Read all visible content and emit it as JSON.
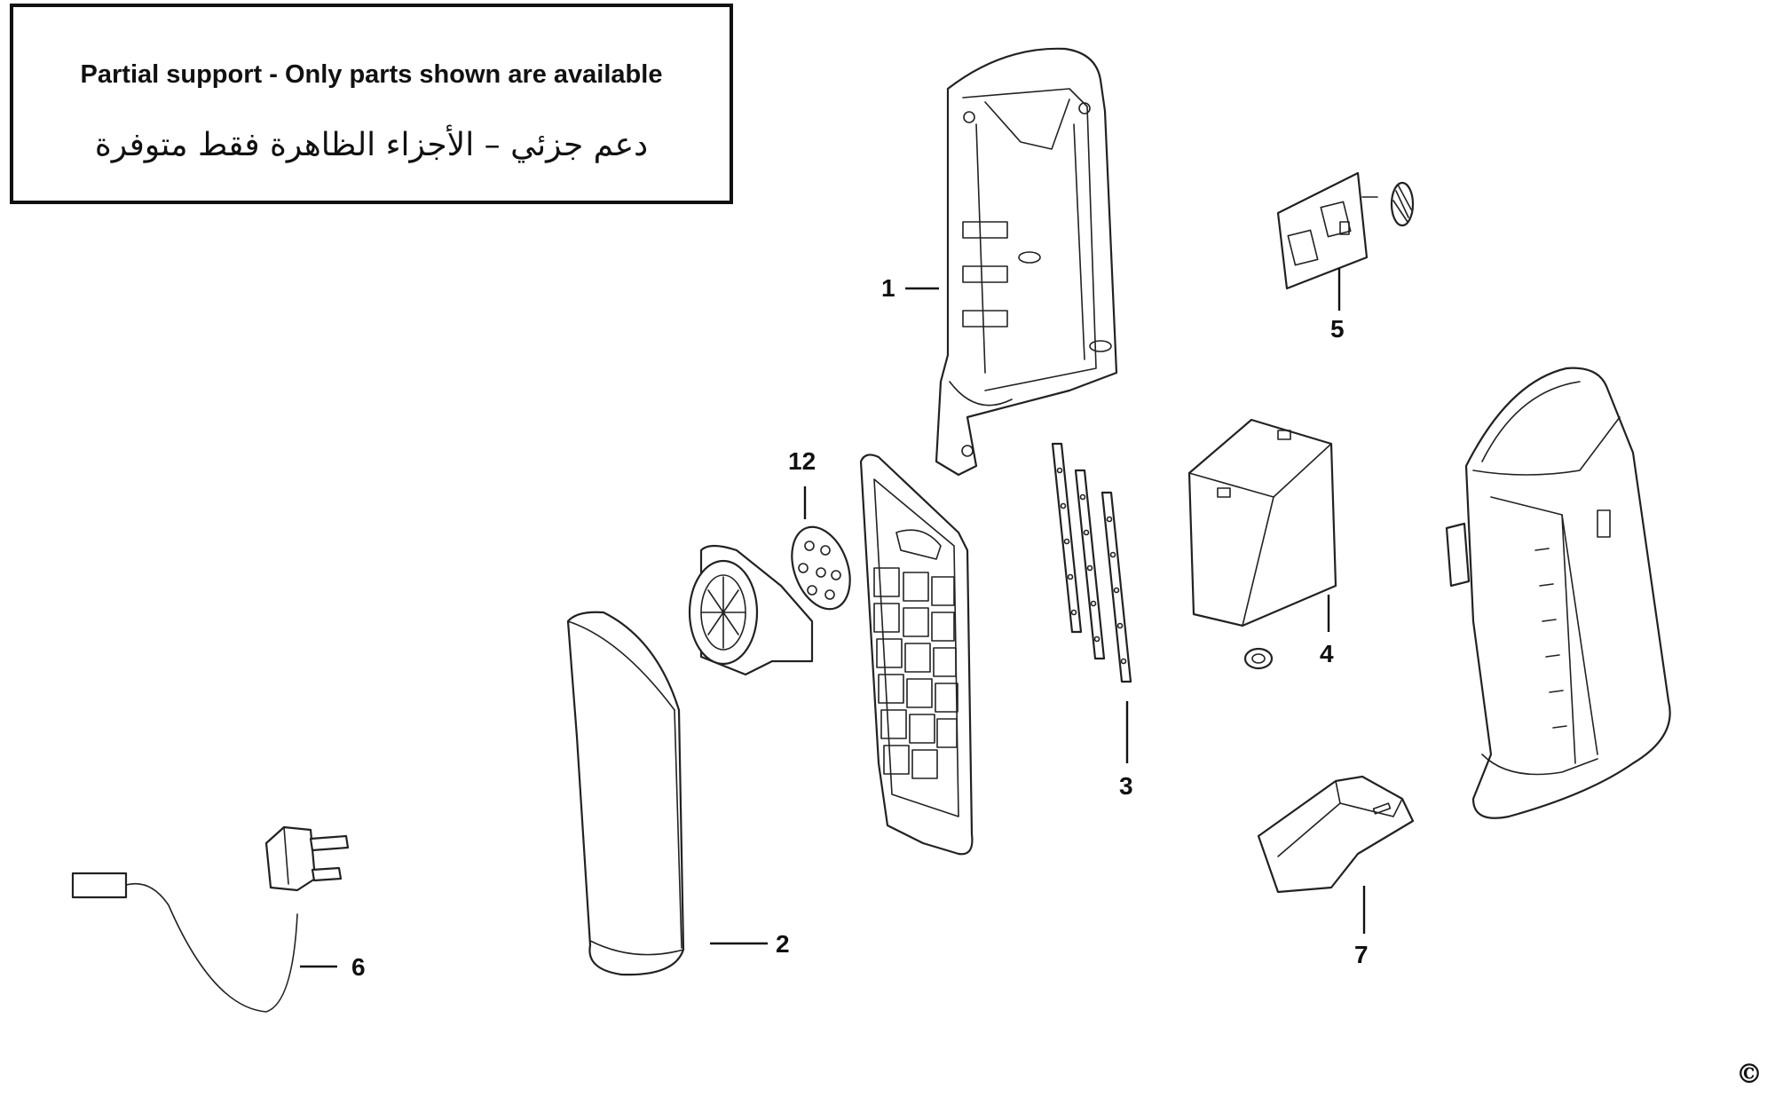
{
  "notice": {
    "line_en": "Partial support - Only parts shown are available",
    "line_ar": "دعم جزئي – الأجزاء الظاهرة فقط متوفرة"
  },
  "callouts": {
    "part_1": "1",
    "part_2": "2",
    "part_3": "3",
    "part_4": "4",
    "part_5": "5",
    "part_6": "6",
    "part_7": "7",
    "part_12": "12"
  },
  "copyright_symbol": "©",
  "colors": {
    "line": "#222222",
    "background": "#ffffff"
  }
}
